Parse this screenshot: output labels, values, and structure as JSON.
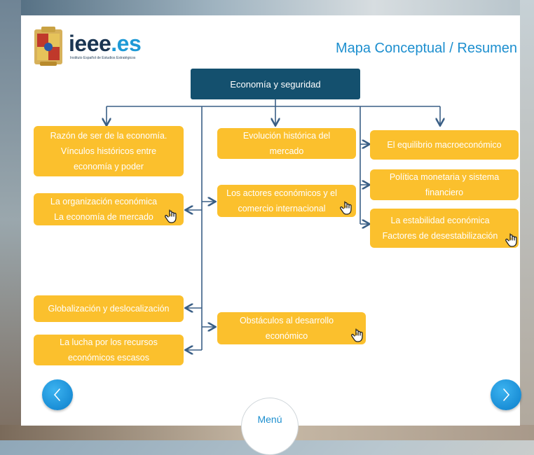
{
  "header": {
    "logo_main": "ieee",
    "logo_tld": ".es",
    "logo_subtitle": "Instituto Español de Estudios Estratégicos",
    "page_title": "Mapa Conceptual / Resumen"
  },
  "map": {
    "root": "Economía y seguridad",
    "nodes": {
      "razon_1": "Razón de ser de la economía.",
      "razon_2": "Vínculos históricos entre",
      "razon_3": "economía y poder",
      "organizacion_1": "La organización económica",
      "organizacion_2": "La economía de mercado",
      "globalizacion": "Globalización y deslocalización",
      "lucha_1": "La lucha por los recursos",
      "lucha_2": "económicos escasos",
      "evolucion_1": "Evolución histórica del",
      "evolucion_2": "mercado",
      "actores_1": "Los actores económicos y el",
      "actores_2": "comercio internacional",
      "obstaculos_1": "Obstáculos al desarrollo",
      "obstaculos_2": "económico",
      "equilibrio": "El equilibrio macroeconómico",
      "politica_1": "Política monetaria y sistema",
      "politica_2": "financiero",
      "estabilidad_1": "La estabilidad económica",
      "estabilidad_2": "Factores de desestabilización"
    }
  },
  "navigation": {
    "menu_label": "Menú",
    "prev_icon": "chevron-left-icon",
    "next_icon": "chevron-right-icon"
  },
  "colors": {
    "node": "#fbc02d",
    "root": "#14506e",
    "accent": "#1d8fcf",
    "connector": "#3a5f86"
  }
}
